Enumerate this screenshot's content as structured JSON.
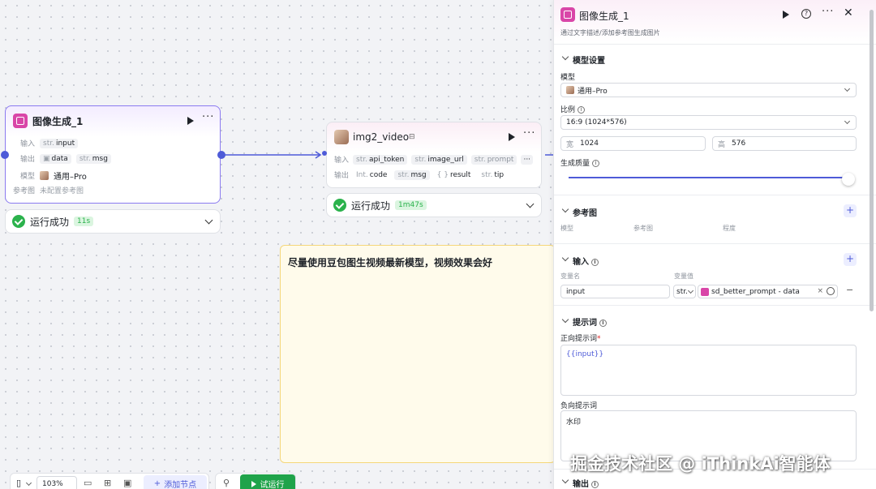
{
  "node1": {
    "title": "图像生成_1",
    "input_label": "输入",
    "input_tag_type": "str.",
    "input_tag": "input",
    "output_label": "输出",
    "output_tag1": "data",
    "output_tag2_type": "str.",
    "output_tag2": "msg",
    "model_label": "模型",
    "model_value": "通用–Pro",
    "ref_label": "参考图",
    "ref_value": "未配置参考图",
    "status": "运行成功",
    "time": "11s"
  },
  "node2": {
    "title": "img2_video",
    "input_label": "输入",
    "inputs": [
      {
        "type": "str.",
        "name": "api_token"
      },
      {
        "type": "str.",
        "name": "image_url"
      },
      {
        "type": "str.",
        "name": "prompt"
      }
    ],
    "output_label": "输出",
    "outputs": [
      {
        "type": "Int.",
        "name": "code"
      },
      {
        "type": "str.",
        "name": "msg"
      },
      {
        "type": "{ }",
        "name": "result"
      },
      {
        "type": "str.",
        "name": "tip"
      }
    ],
    "status": "运行成功",
    "time": "1m47s"
  },
  "note": {
    "text": "尽量使用豆包图生视频最新模型，视频效果会好"
  },
  "panel": {
    "title": "图像生成_1",
    "subtitle": "通过文字描述/添加参考图生成图片",
    "model_section": "模型设置",
    "model_label": "模型",
    "model_value": "通用–Pro",
    "ratio_label": "比例",
    "ratio_value": "16:9 (1024*576)",
    "width_label": "宽",
    "width_value": "1024",
    "height_label": "高",
    "height_value": "576",
    "quality_label": "生成质量",
    "quality_level": 1.0,
    "ref_section": "参考图",
    "ref_cols": [
      "模型",
      "参考图",
      "程度"
    ],
    "input_section": "输入",
    "var_name_label": "变量名",
    "var_value_label": "变量值",
    "var_name": "input",
    "var_type": "str.",
    "var_value": "sd_better_prompt - data",
    "prompt_section": "提示词",
    "pos_label": "正向提示词",
    "pos_value": "{{input}}",
    "neg_label": "负向提示词",
    "neg_value": "水印",
    "output_section": "输出"
  },
  "toolbar": {
    "zoom": "103%",
    "add_node": "添加节点",
    "run": "试运行"
  },
  "watermark": "掘金技术社区 @ iThinkAi智能体",
  "colors": {
    "accent": "#4e5bd8",
    "success": "#2bb24c",
    "run_button": "#1fa34a",
    "node_border": "#8b7bf0"
  }
}
